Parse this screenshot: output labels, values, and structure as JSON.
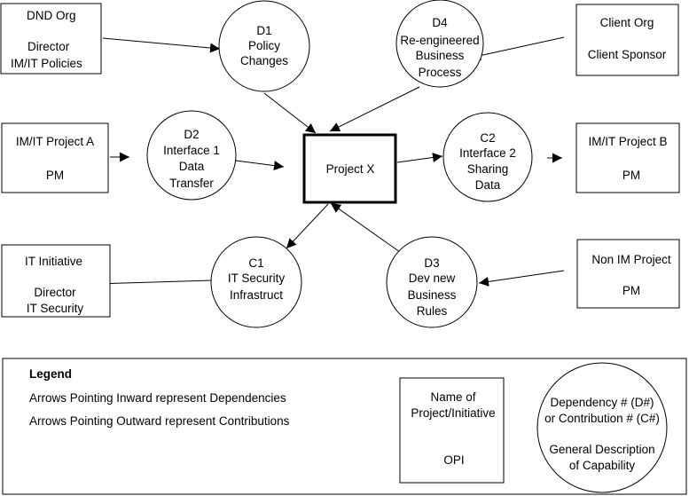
{
  "nodes": {
    "dnd_org": {
      "lines": [
        "DND Org",
        "",
        "Director",
        "IM/IT  Policies"
      ]
    },
    "client_org": {
      "lines": [
        "Client Org",
        "",
        "Client Sponsor"
      ]
    },
    "imit_project_a": {
      "lines": [
        "IM/IT Project A",
        "",
        "PM"
      ]
    },
    "imit_project_b": {
      "lines": [
        "IM/IT Project B",
        "",
        "PM"
      ]
    },
    "it_initiative": {
      "lines": [
        "IT Initiative",
        "",
        "Director",
        "IT Security"
      ]
    },
    "non_im_project": {
      "lines": [
        "Non IM Project",
        "",
        "PM"
      ]
    },
    "project_x": {
      "lines": [
        "Project X"
      ]
    },
    "d1": {
      "lines": [
        "D1",
        "Policy",
        "Changes"
      ]
    },
    "d4": {
      "lines": [
        "D4",
        "Re-engineered",
        "Business",
        "Process"
      ]
    },
    "d2": {
      "lines": [
        "D2",
        "Interface 1",
        "Data",
        "Transfer"
      ]
    },
    "c2": {
      "lines": [
        "C2",
        "Interface 2",
        "Sharing",
        "Data"
      ]
    },
    "c1": {
      "lines": [
        "C1",
        "IT Security",
        "Infrastruct"
      ]
    },
    "d3": {
      "lines": [
        "D3",
        "Dev new",
        "Business",
        "Rules"
      ]
    }
  },
  "legend": {
    "title": "Legend",
    "line1": "Arrows Pointing Inward  represent Dependencies",
    "line2": "Arrows Pointing Outward  represent Contributions",
    "box_sample": {
      "lines": [
        "Name of",
        "Project/Initiative",
        "",
        "",
        "OPI"
      ]
    },
    "circle_sample": {
      "lines": [
        "Dependency # (D#)",
        "or Contribution # (C#)",
        "",
        "General Description",
        "of Capability"
      ]
    }
  }
}
